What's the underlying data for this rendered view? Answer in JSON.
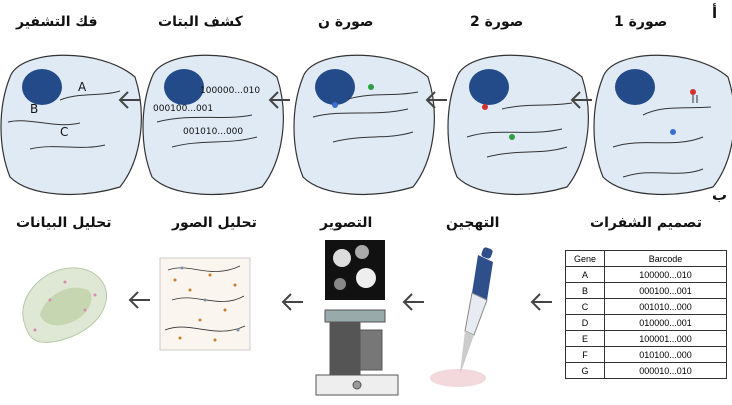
{
  "panel_labels": {
    "top": "أ",
    "bottom": "ب"
  },
  "top_row": {
    "steps": [
      {
        "title": "صورة 1"
      },
      {
        "title": "صورة 2"
      },
      {
        "title": "صورة ن"
      },
      {
        "title": "كشف البتات"
      },
      {
        "title": "فك التشفير"
      }
    ],
    "bit_strings": {
      "b1": "100000...010",
      "b2": "000100...001",
      "b3": "001010...000"
    },
    "decode_letters": {
      "a": "A",
      "b": "B",
      "c": "C"
    }
  },
  "bottom_row": {
    "steps": [
      {
        "title": "تصميم الشفرات"
      },
      {
        "title": "التهجين"
      },
      {
        "title": "التصوير"
      },
      {
        "title": "تحليل الصور"
      },
      {
        "title": "تحليل البيانات"
      }
    ]
  },
  "barcode_table": {
    "headers": [
      "Gene",
      "Barcode"
    ],
    "rows": [
      [
        "A",
        "100000...010"
      ],
      [
        "B",
        "000100...001"
      ],
      [
        "C",
        "001010...000"
      ],
      [
        "D",
        "010000...001"
      ],
      [
        "E",
        "100001...000"
      ],
      [
        "F",
        "010100...000"
      ],
      [
        "G",
        "000010...010"
      ]
    ]
  },
  "colors": {
    "nucleus": "#234b8a",
    "cell_fill": "#dfeaf5",
    "red": "#d0312d",
    "green": "#2e9e44",
    "blue": "#3a6fd0",
    "pipette_blue": "#2f4f8a"
  }
}
